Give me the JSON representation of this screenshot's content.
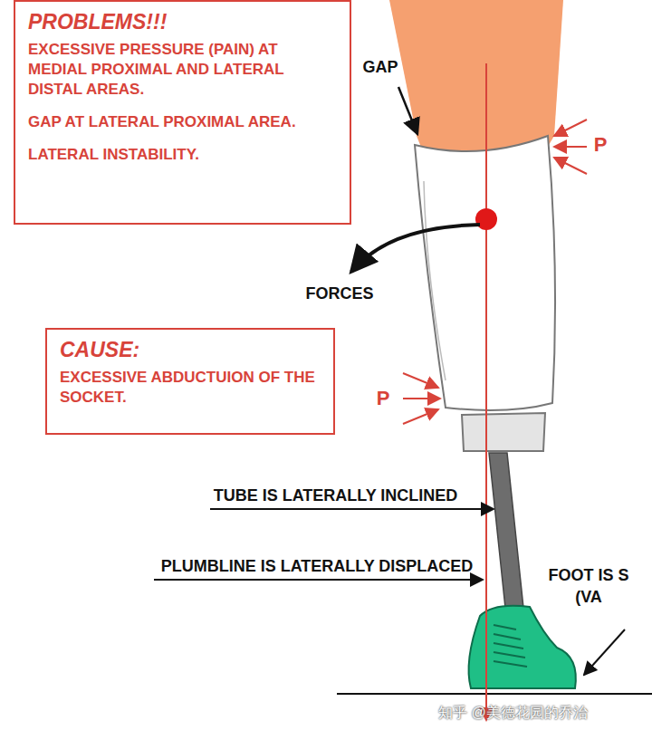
{
  "diagram": {
    "nodes": [
      {
        "text": [
          "PROBLEMS!!!",
          "EXCESSIVE PRESSURE (PAIN) AT MEDIAL PROXIMAL AND LATERAL DISTAL AREAS.",
          "GAP AT LATERAL PROXIMAL AREA.",
          "LATERAL INSTABILITY."
        ]
      },
      {
        "text": [
          "CAUSE:",
          "EXCESSIVE ABDUCTUION OF THE SOCKET."
        ]
      }
    ],
    "edges": [],
    "labels": [
      "GAP",
      "P",
      "FORCES",
      "P",
      "TUBE IS LATERALLY INCLINED",
      "PLUMBLINE IS LATERALLY DISPLACED",
      "FOOT IS S (VA",
      "知乎 @美德花园的乔治"
    ]
  }
}
